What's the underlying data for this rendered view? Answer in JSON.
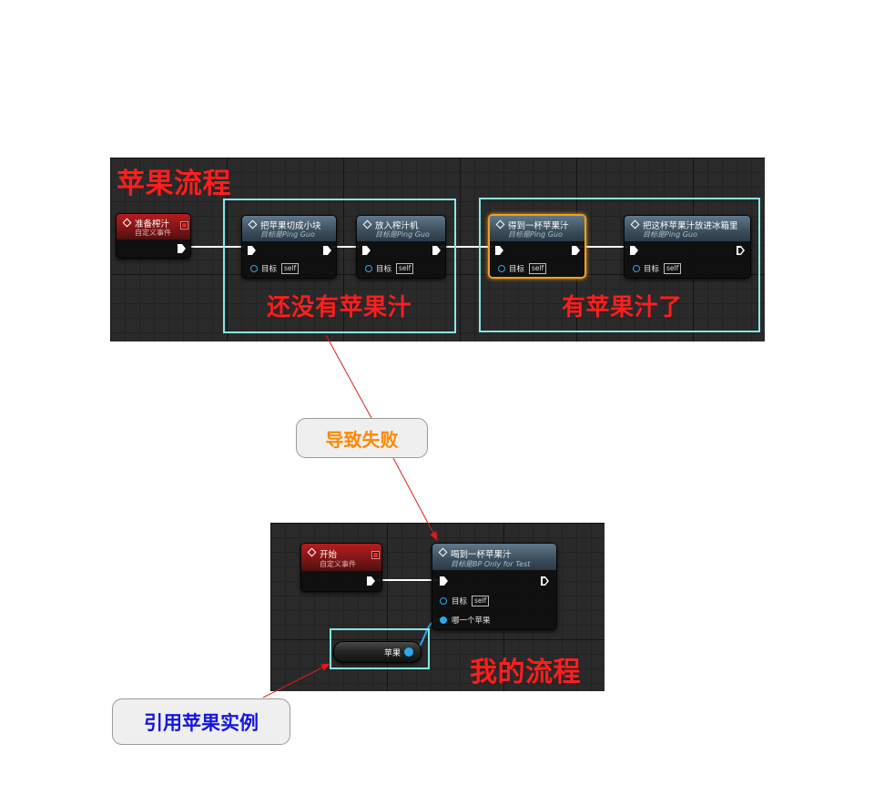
{
  "top_panel": {
    "title": "苹果流程",
    "event_node": {
      "title": "准备榨汁",
      "subtitle": "自定义事件"
    },
    "group_before": {
      "label": "还没有苹果汁",
      "nodes": [
        {
          "title": "把苹果切成小块",
          "subtitle": "目标是Ping Guo",
          "target_label": "目标",
          "target_value": "self"
        },
        {
          "title": "放入榨汁机",
          "subtitle": "目标是Ping Guo",
          "target_label": "目标",
          "target_value": "self"
        }
      ]
    },
    "group_after": {
      "label": "有苹果汁了",
      "nodes": [
        {
          "title": "得到一杯苹果汁",
          "subtitle": "目标是Ping Guo",
          "target_label": "目标",
          "target_value": "self",
          "selected": true
        },
        {
          "title": "把这杯苹果汁放进冰箱里",
          "subtitle": "目标是Ping Guo",
          "target_label": "目标",
          "target_value": "self"
        }
      ]
    }
  },
  "callout_failure": {
    "text": "导致失败"
  },
  "bottom_panel": {
    "title": "我的流程",
    "event_node": {
      "title": "开始",
      "subtitle": "自定义事件"
    },
    "function_node": {
      "title": "喝到一杯苹果汁",
      "subtitle": "目标是BP Only for Test",
      "target_label": "目标",
      "target_value": "self",
      "param_label": "哪一个苹果"
    },
    "variable_node": {
      "label": "苹果"
    }
  },
  "callout_reference": {
    "text": "引用苹果实例"
  },
  "icons": {
    "node": "function-icon",
    "exec": "exec-pin-icon",
    "object": "object-pin-icon",
    "event": "delegate-pin-icon"
  },
  "colors": {
    "annotation_red": "#ff1e1e",
    "cyan_frame": "#86e6ea",
    "selection_orange": "#f0a020",
    "failure_text": "#ff8800",
    "reference_text": "#1515e0",
    "object_pin": "#29a8ef"
  }
}
